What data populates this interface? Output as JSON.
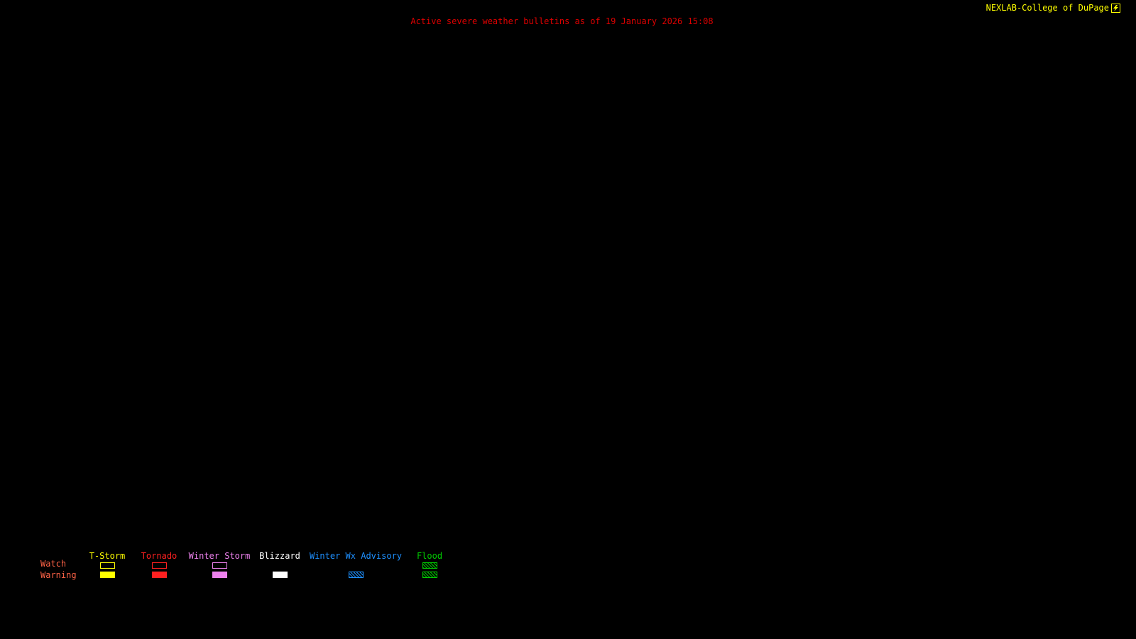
{
  "background_color": "#000000",
  "header": {
    "title": "Active severe weather bulletins as of 19 January 2026 15:08",
    "title_color": "#dd0000"
  },
  "brand": {
    "label": "NEXLAB-College of DuPage",
    "color": "#ffff00",
    "logo_icon": "lightning-icon"
  },
  "legend": {
    "row_labels": [
      "Watch",
      "Warning"
    ],
    "row_label_color": "#ff6347",
    "columns": [
      {
        "label": "T-Storm",
        "color": "#ffff00",
        "watch_style": "outline",
        "warning_style": "filled"
      },
      {
        "label": "Tornado",
        "color": "#ff2020",
        "watch_style": "outline",
        "warning_style": "filled"
      },
      {
        "label": "Winter Storm",
        "color": "#ee82ee",
        "watch_style": "outline",
        "warning_style": "filled"
      },
      {
        "label": "Blizzard",
        "color": "#ffffff",
        "watch_style": "none",
        "warning_style": "filled"
      },
      {
        "label": "Winter Wx Advisory",
        "color": "#1e90ff",
        "watch_style": "none",
        "warning_style": "hatched"
      },
      {
        "label": "Flood",
        "color": "#00cc00",
        "watch_style": "hatched",
        "warning_style": "hatched"
      }
    ]
  }
}
